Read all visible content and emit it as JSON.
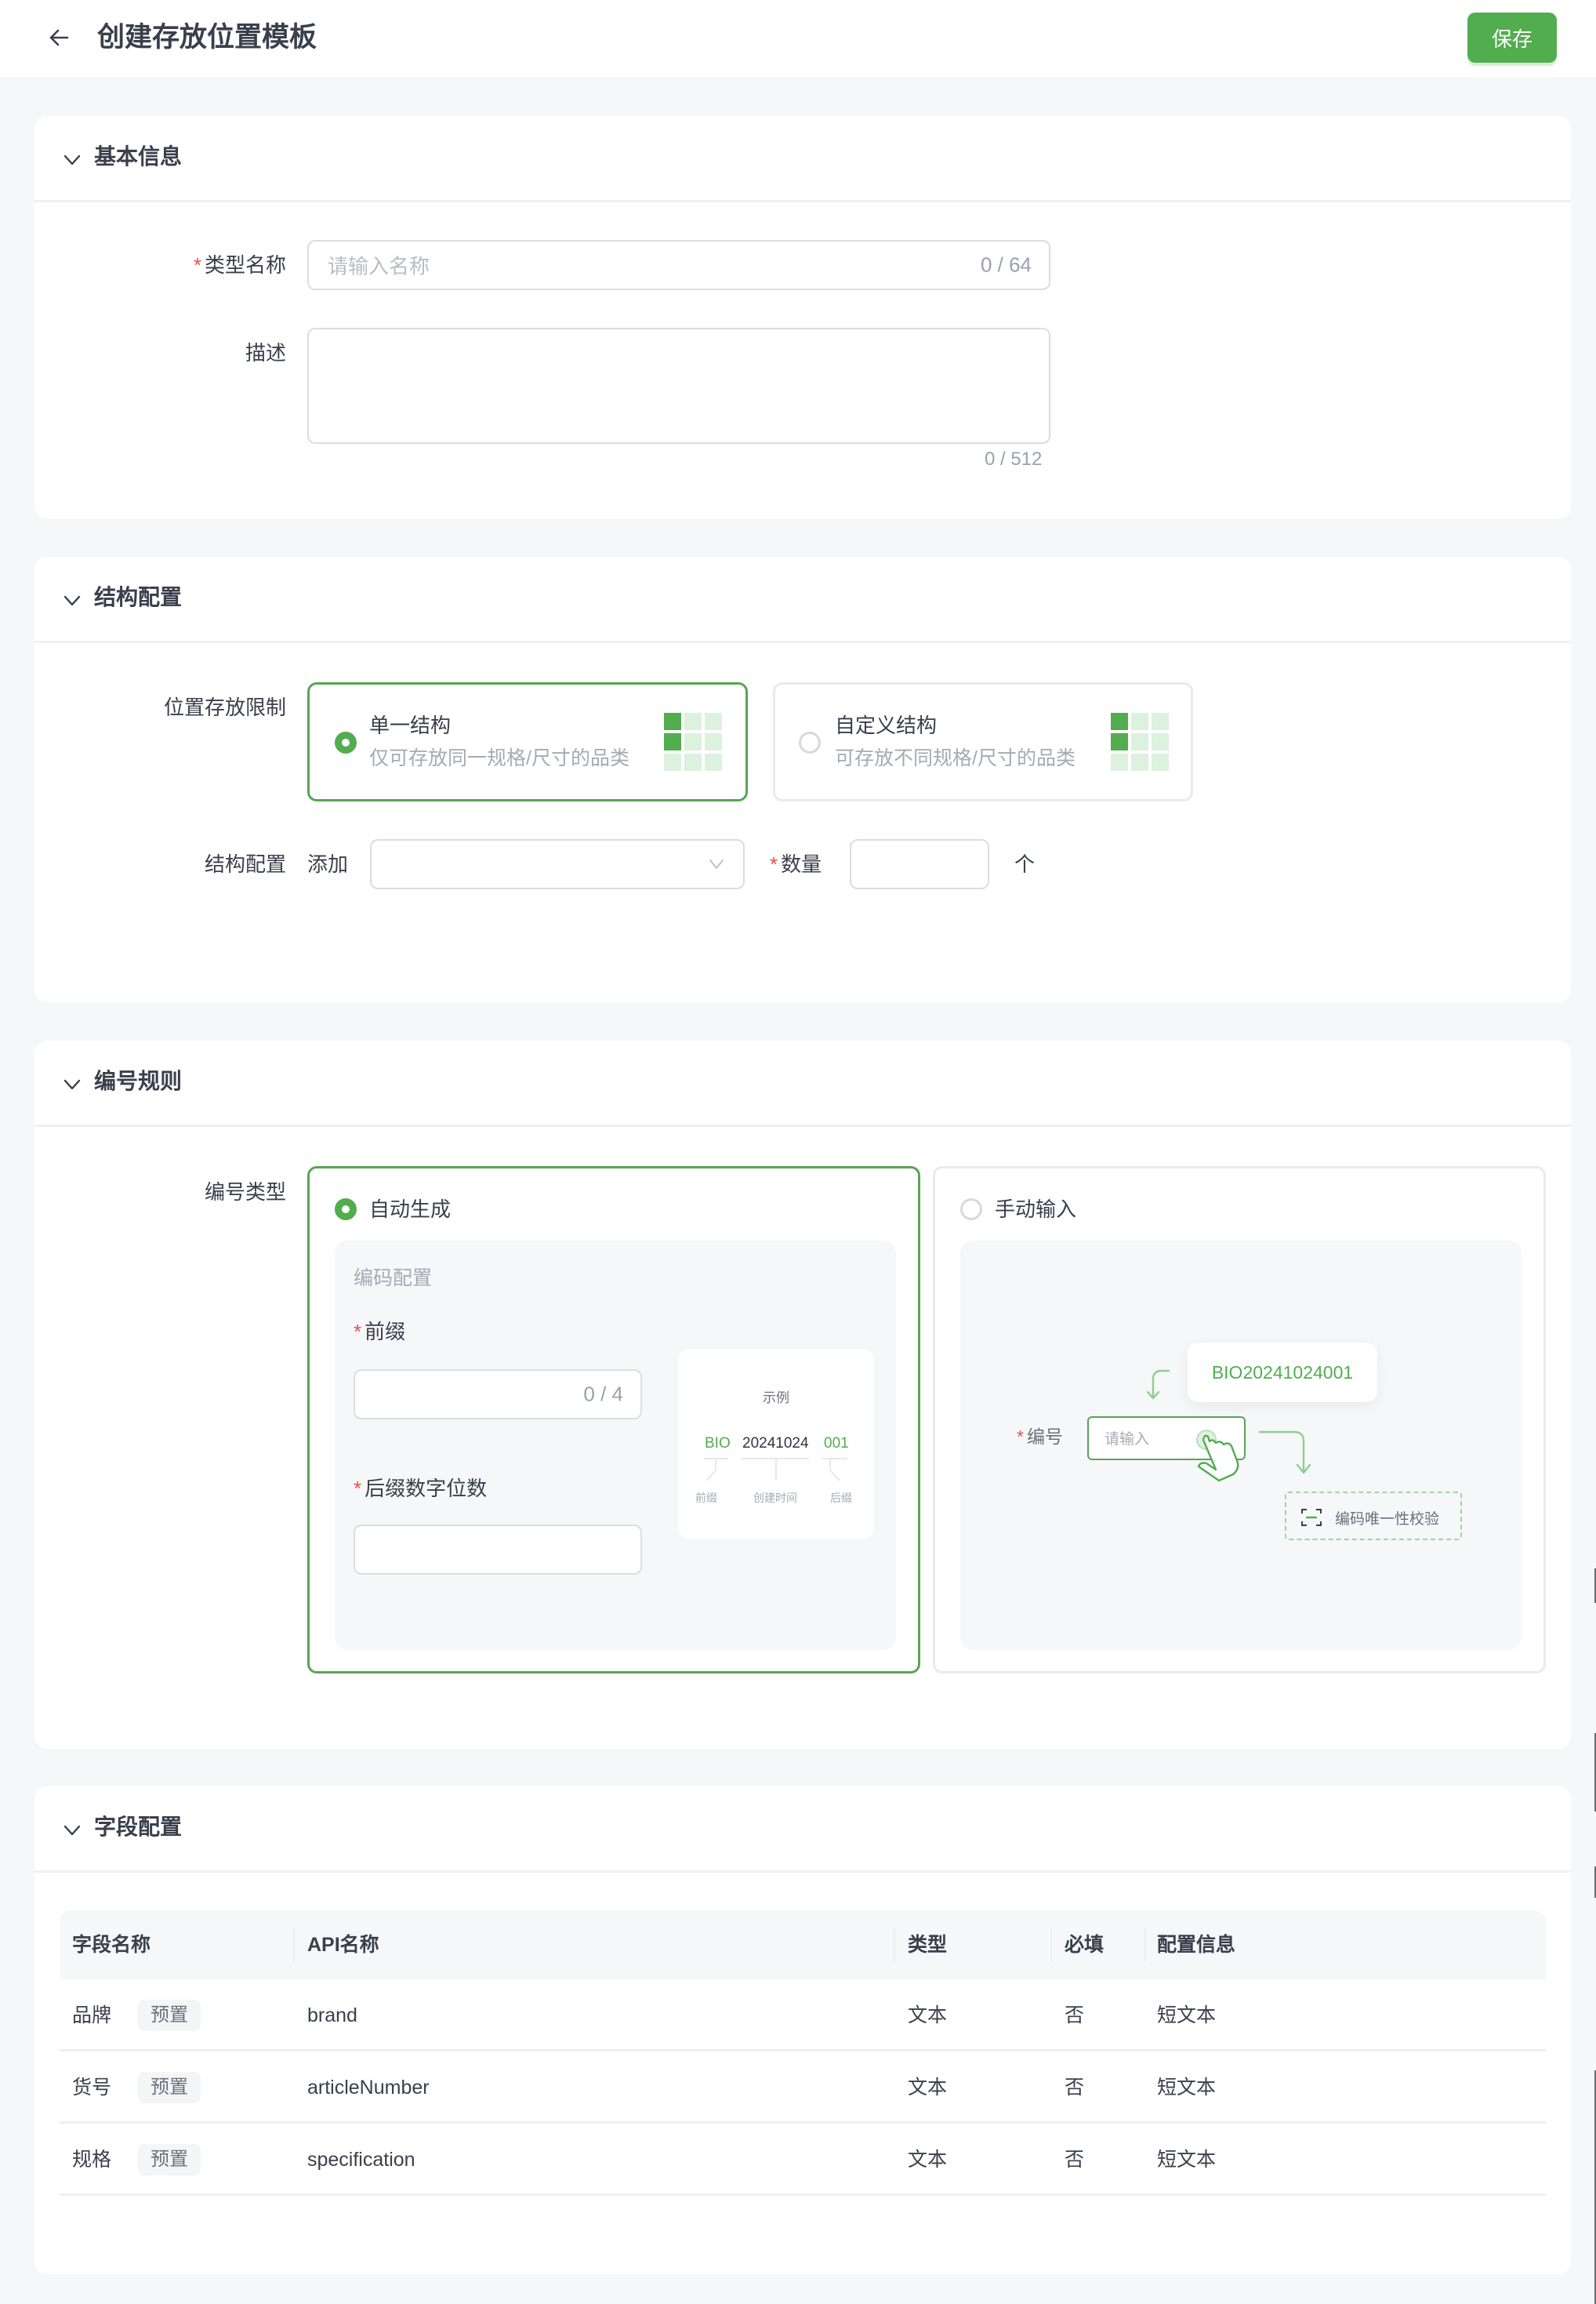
{
  "header": {
    "title": "创建存放位置模板",
    "save_label": "保存",
    "back_icon": "arrow-left-icon"
  },
  "colors": {
    "primary": "#52ad4f",
    "primary_light": "#dcf1de",
    "required": "#e5534b",
    "background": "#f6f7f9",
    "text": "#3a3f4b",
    "muted": "#a6aab4"
  },
  "basic_info": {
    "title": "基本信息",
    "type_name": {
      "label": "类型名称",
      "required_mark": "*",
      "placeholder": "请输入名称",
      "value": "",
      "count": "0 / 64"
    },
    "description": {
      "label": "描述",
      "value": "",
      "count": "0 / 512"
    }
  },
  "structure": {
    "title": "结构配置",
    "limit_label": "位置存放限制",
    "options": [
      {
        "title": "单一结构",
        "desc": "仅可存放同一规格/尺寸的品类",
        "selected": true
      },
      {
        "title": "自定义结构",
        "desc": "可存放不同规格/尺寸的品类",
        "selected": false
      }
    ],
    "config_label": "结构配置",
    "add_label": "添加",
    "select_value": "",
    "quantity_label": "数量",
    "required_mark": "*",
    "quantity_value": "",
    "unit": "个"
  },
  "numbering": {
    "title": "编号规则",
    "type_label": "编号类型",
    "auto": {
      "label": "自动生成",
      "selected": true,
      "section_title": "编码配置",
      "prefix_label": "前缀",
      "prefix_value": "",
      "prefix_count": "0 / 4",
      "suffix_digits_label": "后缀数字位数",
      "suffix_digits_value": "",
      "required_mark": "*",
      "example": {
        "title": "示例",
        "prefix": "BIO",
        "date": "20241024",
        "suffix": "001",
        "prefix_caption": "前缀",
        "date_caption": "创建时间",
        "suffix_caption": "后缀"
      }
    },
    "manual": {
      "label": "手动输入",
      "selected": false,
      "demo": {
        "bubble_value": "BIO20241024001",
        "field_label": "编号",
        "required_mark": "*",
        "input_placeholder": "请输入",
        "validation_label": "编码唯一性校验"
      }
    }
  },
  "fields": {
    "title": "字段配置",
    "columns": [
      "字段名称",
      "API名称",
      "类型",
      "必填",
      "配置信息"
    ],
    "rows": [
      {
        "name": "品牌",
        "tag": "预置",
        "api": "brand",
        "type": "文本",
        "required": "否",
        "config": "短文本"
      },
      {
        "name": "货号",
        "tag": "预置",
        "api": "articleNumber",
        "type": "文本",
        "required": "否",
        "config": "短文本"
      },
      {
        "name": "规格",
        "tag": "预置",
        "api": "specification",
        "type": "文本",
        "required": "否",
        "config": "短文本"
      }
    ]
  }
}
